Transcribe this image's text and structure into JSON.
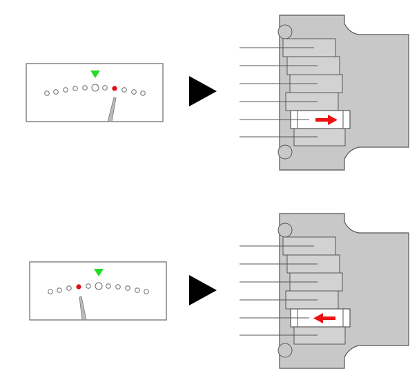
{
  "steps": [
    {
      "id": "sharp",
      "meter": {
        "led_count": 11,
        "center_index": 5,
        "lit_index": 7,
        "needle": "right-of-center"
      },
      "saddle_move": "right"
    },
    {
      "id": "flat",
      "meter": {
        "led_count": 11,
        "center_index": 5,
        "lit_index": 3,
        "needle": "left-of-center"
      },
      "saddle_move": "left"
    }
  ],
  "bridge": {
    "string_count": 6,
    "adjusted_string": 5
  },
  "colors": {
    "target_marker": "#22dd22",
    "lit_led": "#dd1111",
    "arrow": "#ee1111",
    "bridge_body": "#c8c8c8",
    "saddle": "#d2d2d2",
    "stroke": "#555555",
    "pointer": "#000000"
  }
}
